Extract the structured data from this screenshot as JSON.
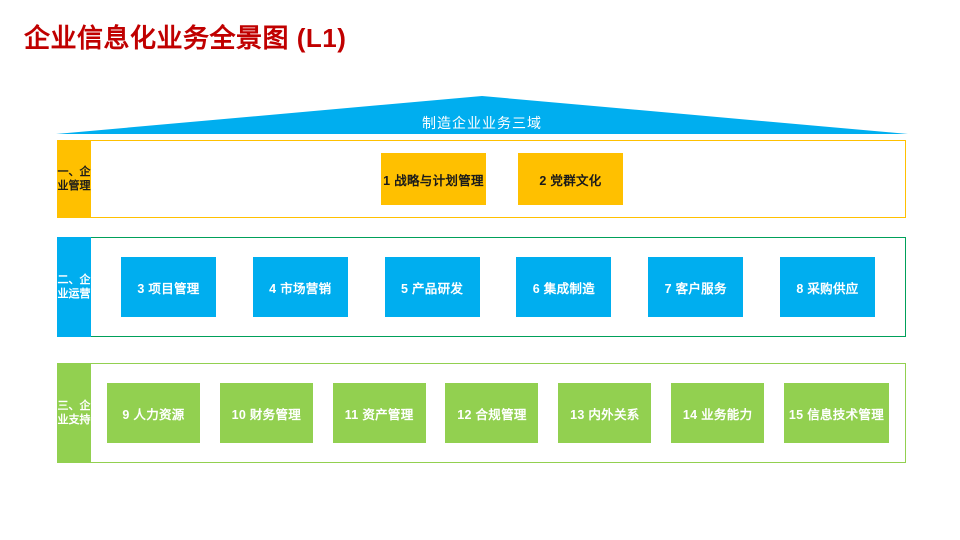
{
  "title": "企业信息化业务全景图 (L1)",
  "roof": {
    "label": "制造企业业务三域",
    "color": "#00AEEF"
  },
  "colors": {
    "title": "#C00000",
    "management": "#FFC000",
    "operations": "#00AEEF",
    "operations_border": "#00A05A",
    "support": "#92D050",
    "text_dark": "#1A1A1A",
    "text_light": "#FFFFFF"
  },
  "bands": [
    {
      "key": "management",
      "tab_label": "一、企业管理",
      "accent": "#FFC000",
      "text_color": "#1A1A1A",
      "cells": [
        {
          "label": "1 战略与计划管理"
        },
        {
          "label": "2 党群文化"
        }
      ]
    },
    {
      "key": "operations",
      "tab_label": "二、企业运营",
      "accent": "#00AEEF",
      "text_color": "#FFFFFF",
      "cells": [
        {
          "label": "3 项目管理"
        },
        {
          "label": "4 市场营销"
        },
        {
          "label": "5 产品研发"
        },
        {
          "label": "6 集成制造"
        },
        {
          "label": "7 客户服务"
        },
        {
          "label": "8 采购供应"
        }
      ]
    },
    {
      "key": "support",
      "tab_label": "三、企业支持",
      "accent": "#92D050",
      "text_color": "#FFFFFF",
      "cells": [
        {
          "label": "9 人力资源"
        },
        {
          "label": "10 财务管理"
        },
        {
          "label": "11 资产管理"
        },
        {
          "label": "12 合规管理"
        },
        {
          "label": "13 内外关系"
        },
        {
          "label": "14 业务能力"
        },
        {
          "label": "15 信息技术管理"
        }
      ]
    }
  ]
}
